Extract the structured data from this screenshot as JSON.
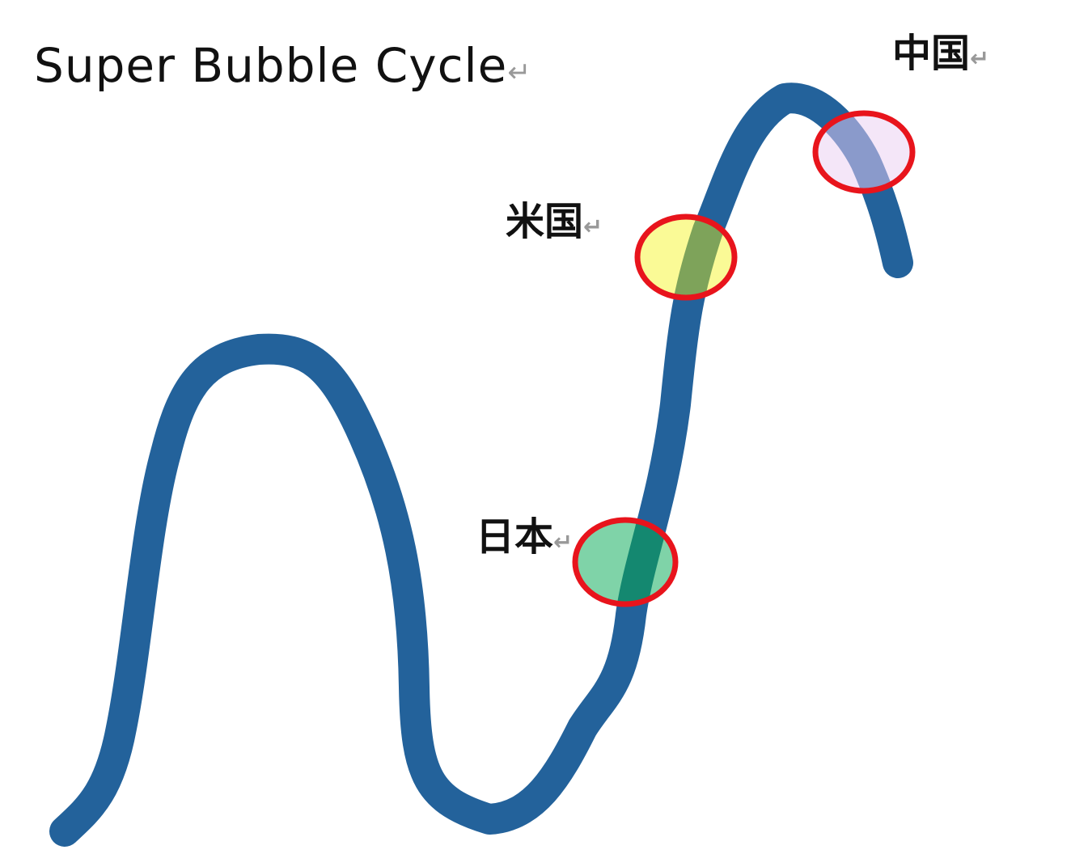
{
  "title": "Super Bubble Cycle",
  "return_mark": "↵",
  "markers": [
    {
      "label": "日本",
      "fill": "#7fd3a8",
      "overlap": "#148870"
    },
    {
      "label": "米国",
      "fill": "#fafa96",
      "overlap": "#7ea35a"
    },
    {
      "label": "中国",
      "fill": "#f4e6f8",
      "overlap": "#8a9acb"
    }
  ],
  "colors": {
    "curve": "#23629b",
    "ring": "#e8141c"
  }
}
